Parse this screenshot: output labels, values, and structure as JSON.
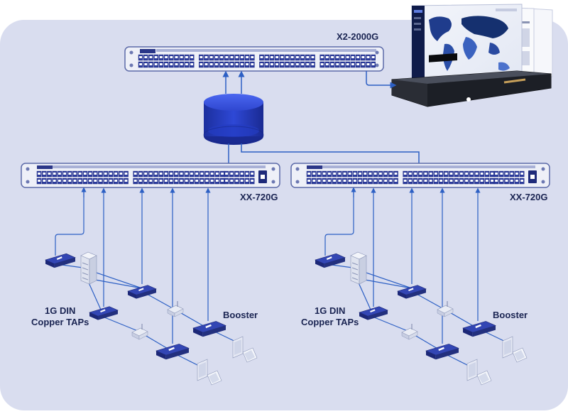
{
  "diagram": {
    "core_switch": {
      "label": "X2-2000G"
    },
    "left_switch": {
      "label": "XX-720G"
    },
    "right_switch": {
      "label": "XX-720G"
    },
    "left_taps_label": "1G DIN\nCopper TAPs",
    "left_booster_label": "Booster",
    "right_taps_label": "1G DIN\nCopper TAPs",
    "right_booster_label": "Booster"
  },
  "colors": {
    "panel_bg": "#d9ddef",
    "line": "#2c5fc4",
    "device_dark": "#23307e",
    "device_mid": "#3346b4",
    "port_white": "#ffffff",
    "label_text": "#1a2452"
  }
}
